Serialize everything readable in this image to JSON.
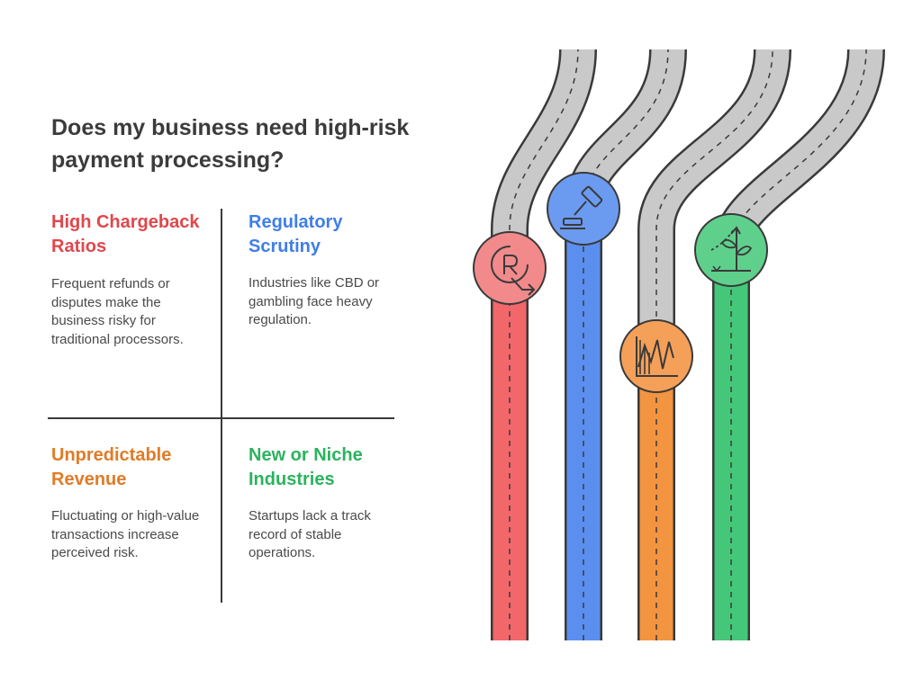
{
  "title": "Does my business need high-risk payment processing?",
  "quadrants": [
    {
      "heading": "High Chargeback Ratios",
      "body": "Frequent refunds or disputes make the business risky for traditional processors.",
      "color": "#e0474c"
    },
    {
      "heading": "Regulatory Scrutiny",
      "body": "Industries like CBD or gambling face heavy regulation.",
      "color": "#3f7ee8"
    },
    {
      "heading": "Unpredictable Revenue",
      "body": "Fluctuating or high-value transactions increase perceived risk.",
      "color": "#e07b27"
    },
    {
      "heading": "New or Niche Industries",
      "body": "Startups lack a track record of stable operations.",
      "color": "#2bb35e"
    }
  ],
  "roads": [
    {
      "icon": "chargeback-icon",
      "color": "#f2676a"
    },
    {
      "icon": "gavel-icon",
      "color": "#5a8ff0"
    },
    {
      "icon": "volatile-chart-icon",
      "color": "#f39440"
    },
    {
      "icon": "growth-plant-icon",
      "color": "#45c77a"
    }
  ]
}
